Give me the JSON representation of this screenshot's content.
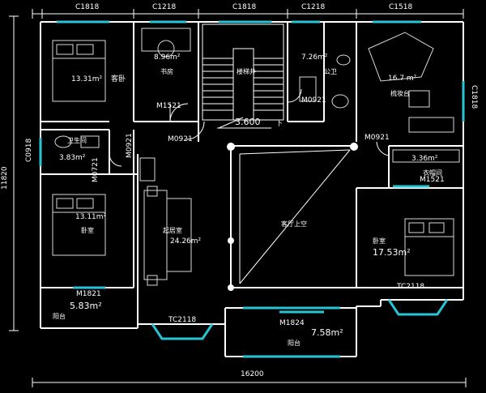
{
  "dimensions": {
    "bottom": "16200",
    "left": "11820",
    "floor_level": "3.600"
  },
  "windows": {
    "top": [
      "C1818",
      "C1218",
      "C1818",
      "C1218",
      "C1518"
    ],
    "left": "C0918",
    "right": "C1818",
    "balcony_left": "M1821",
    "bay_left": "TC2118",
    "bay_right": "TC2118",
    "balcony_bottom": "M1824"
  },
  "doors": {
    "study": "M1521",
    "door_a": "M0921",
    "door_b": "M0921",
    "door_c": "M0921",
    "bath_door": "M0921",
    "bath_side": "M0721",
    "wardrobe": "M1521"
  },
  "rooms": {
    "guest_bedroom": {
      "area": "13.31m²",
      "label": "客卧"
    },
    "study": {
      "area": "8.96m²",
      "label": "书房"
    },
    "stairs": {
      "label": "楼梯井"
    },
    "public_bath": {
      "area": "7.26m²",
      "label": "公卫"
    },
    "dressing": {
      "area": "16.7 m²",
      "label": "梳妆台"
    },
    "bathroom": {
      "area": "3.83m²",
      "label": "卫生间"
    },
    "bedroom_left": {
      "area": "13.11m²",
      "label": "卧室"
    },
    "living_room": {
      "area": "24.26m²",
      "label": "起居室"
    },
    "void": {
      "label": "客厅上空"
    },
    "wardrobe": {
      "area": "3.36m²",
      "label": "衣帽间"
    },
    "bedroom_right": {
      "area": "17.53m²",
      "label": "卧室"
    },
    "balcony_left": {
      "area": "5.83m²",
      "label": "阳台"
    },
    "balcony_bottom": {
      "area": "7.58m²",
      "label": "阳台"
    }
  },
  "stair_mark": "下",
  "colors": {
    "background": "#000000",
    "wall": "#ffffff",
    "window": "#27c4d6",
    "dimension": "#ffffff",
    "furniture": "#d8d8d8"
  }
}
